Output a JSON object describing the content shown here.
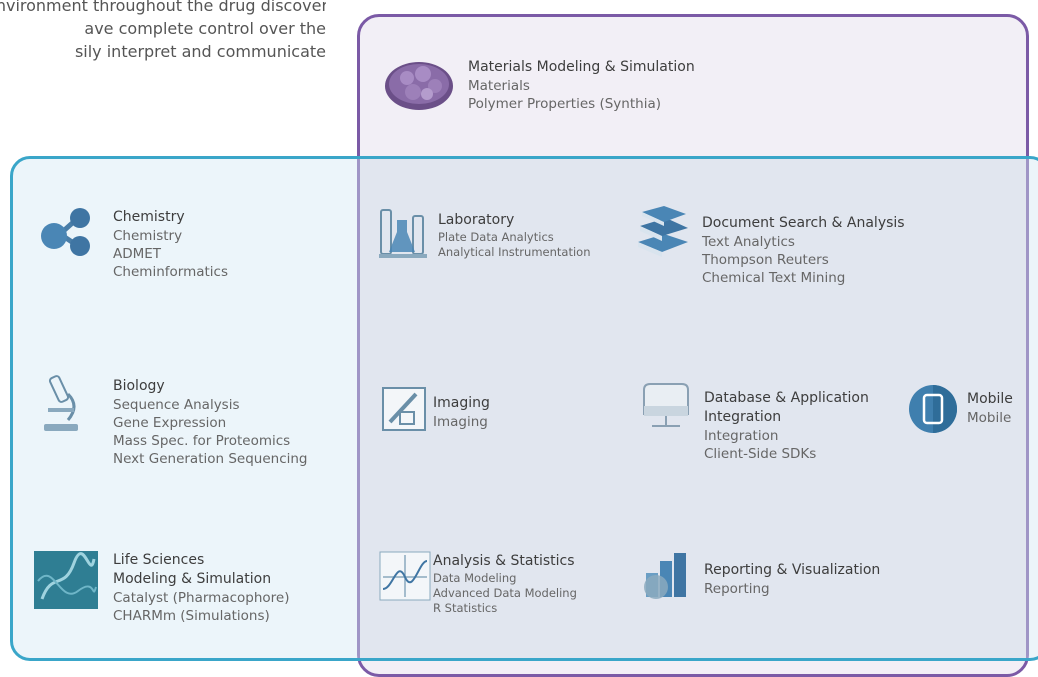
{
  "intro_lines": [
    "environment throughout the drug discovery, tables,",
    "ave complete control over the",
    "sily interpret and communicate"
  ],
  "colors": {
    "purple": "#7b5aa6",
    "teal": "#3aa6c9",
    "icon_blue": "#4a7ea8"
  },
  "materials": {
    "title": "Materials Modeling & Simulation",
    "items": [
      "Materials",
      "Polymer Properties (Synthia)"
    ]
  },
  "chemistry": {
    "title": "Chemistry",
    "items": [
      "Chemistry",
      "ADMET",
      "Cheminformatics"
    ]
  },
  "biology": {
    "title": "Biology",
    "items": [
      "Sequence Analysis",
      "Gene Expression",
      "Mass Spec. for Proteomics",
      "Next Generation Sequencing"
    ]
  },
  "life_sciences": {
    "title_line1": "Life Sciences",
    "title_line2": "Modeling & Simulation",
    "items": [
      "Catalyst (Pharmacophore)",
      "CHARMm (Simulations)"
    ]
  },
  "laboratory": {
    "title": "Laboratory",
    "items": [
      "Plate Data Analytics",
      "Analytical Instrumentation"
    ]
  },
  "document": {
    "title": "Document Search & Analysis",
    "items": [
      "Text Analytics",
      "Thompson Reuters",
      "Chemical Text Mining"
    ]
  },
  "imaging": {
    "title": "Imaging",
    "items": [
      "Imaging"
    ]
  },
  "database": {
    "title_line1": "Database & Application",
    "title_line2": "Integration",
    "items": [
      "Integration",
      "Client-Side SDKs"
    ]
  },
  "mobile": {
    "title": "Mobile",
    "items": [
      "Mobile"
    ]
  },
  "analysis": {
    "title": "Analysis & Statistics",
    "items": [
      "Data Modeling",
      "Advanced Data Modeling",
      "R Statistics"
    ]
  },
  "reporting": {
    "title": "Reporting & Visualization",
    "items": [
      "Reporting"
    ]
  }
}
